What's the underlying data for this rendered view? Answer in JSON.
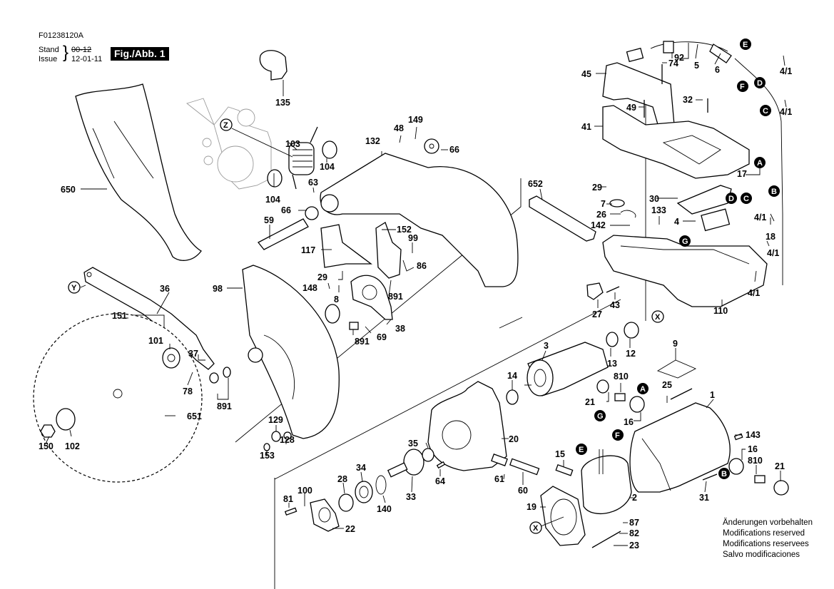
{
  "header": {
    "document_id": "F01238120A",
    "stand_label": "Stand",
    "issue_label": "Issue",
    "previous_revision": "00-12",
    "current_revision": "12-01-11",
    "figure_label": "Fig./Abb. 1"
  },
  "notes": [
    "Änderungen vorbehalten",
    "Modifications reserved",
    "Modifications reservees",
    "Salvo modificaciones"
  ],
  "callouts": {
    "circled_letters": [
      "A",
      "B",
      "C",
      "D",
      "E",
      "F",
      "G"
    ],
    "outline_letters": [
      "X",
      "Y",
      "Z"
    ]
  },
  "parts": {
    "p1": "1",
    "p2": "2",
    "p3": "3",
    "p4": "4",
    "p5": "5",
    "p6": "6",
    "p7": "7",
    "p8": "8",
    "p9": "9",
    "p12": "12",
    "p13": "13",
    "p14": "14",
    "p15": "15",
    "p16": "16",
    "p17": "17",
    "p18": "18",
    "p19": "19",
    "p20": "20",
    "p21": "21",
    "p22": "22",
    "p23": "23",
    "p25": "25",
    "p26": "26",
    "p27": "27",
    "p28": "28",
    "p29": "29",
    "p30": "30",
    "p31": "31",
    "p32": "32",
    "p33": "33",
    "p34": "34",
    "p35": "35",
    "p36": "36",
    "p37": "37",
    "p38": "38",
    "p41": "41",
    "p43": "43",
    "p45": "45",
    "p48": "48",
    "p49": "49",
    "p59": "59",
    "p60": "60",
    "p61": "61",
    "p63": "63",
    "p64": "64",
    "p66": "66",
    "p69": "69",
    "p74": "74",
    "p78": "78",
    "p81": "81",
    "p82": "82",
    "p86": "86",
    "p87": "87",
    "p92": "92",
    "p98": "98",
    "p99": "99",
    "p100": "100",
    "p101": "101",
    "p102": "102",
    "p103": "103",
    "p104": "104",
    "p110": "110",
    "p117": "117",
    "p128": "128",
    "p129": "129",
    "p132": "132",
    "p133": "133",
    "p135": "135",
    "p140": "140",
    "p142": "142",
    "p143": "143",
    "p148": "148",
    "p149": "149",
    "p150": "150",
    "p151": "151",
    "p152": "152",
    "p153": "153",
    "p650": "650",
    "p651": "651",
    "p652": "652",
    "p810": "810",
    "p891": "891",
    "p4_1": "4/1"
  }
}
